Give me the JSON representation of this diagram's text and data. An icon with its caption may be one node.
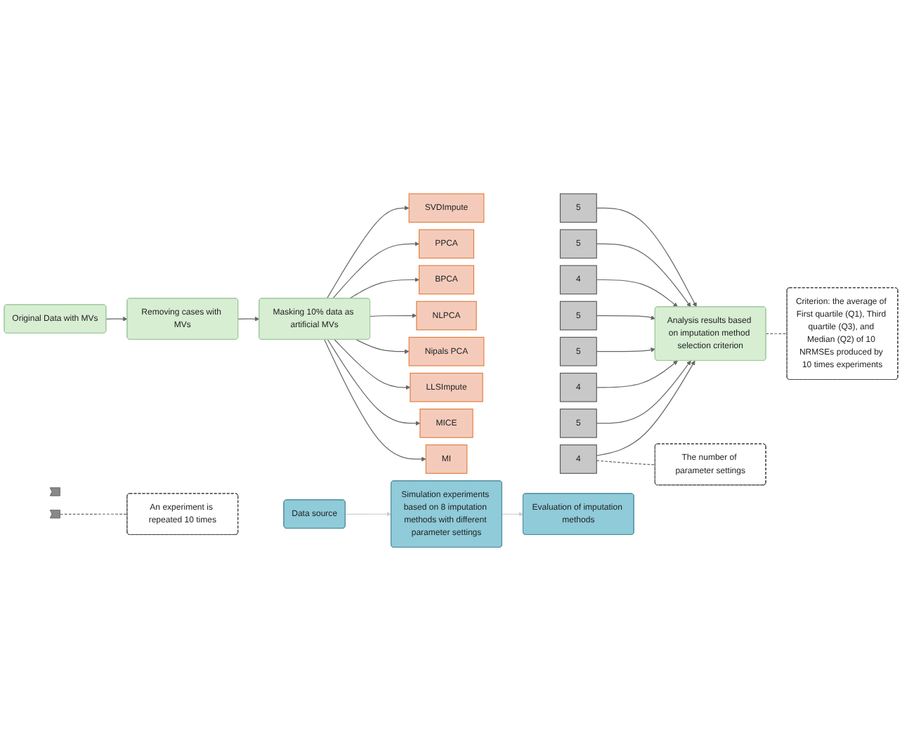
{
  "diagram": {
    "nodes": [
      {
        "text": [
          "Data source"
        ]
      },
      {
        "text": [
          "Simulation experiments based on 8 imputation methods with different parameter settings"
        ]
      },
      {
        "text": [
          "Evaluation of imputation methods"
        ]
      },
      {
        "text": [
          "Original Data with MVs"
        ]
      },
      {
        "text": [
          "Removing cases with MVs"
        ]
      },
      {
        "text": [
          "Masking 10% data as artificial MVs"
        ]
      },
      {
        "text": [
          "SVDImpute"
        ]
      },
      {
        "text": [
          "5"
        ]
      },
      {
        "text": [
          "PPCA"
        ]
      },
      {
        "text": [
          "5"
        ]
      },
      {
        "text": [
          "BPCA"
        ]
      },
      {
        "text": [
          "4"
        ]
      },
      {
        "text": [
          "NLPCA"
        ]
      },
      {
        "text": [
          "5"
        ]
      },
      {
        "text": [
          "Nipals PCA"
        ]
      },
      {
        "text": [
          "5"
        ]
      },
      {
        "text": [
          "LLSImpute"
        ]
      },
      {
        "text": [
          "4"
        ]
      },
      {
        "text": [
          "MICE"
        ]
      },
      {
        "text": [
          "5"
        ]
      },
      {
        "text": [
          "MI"
        ]
      },
      {
        "text": [
          "4"
        ]
      },
      {
        "text": [
          "Analysis results based on imputation method selection criterion"
        ]
      },
      {
        "text": [
          "Criterion: the average of First quartile (Q1), Third quartile (Q3), and Median (Q2) of 10 NRMSEs produced by 10 times experiments"
        ]
      },
      {
        "text": [
          "An experiment is repeated 10 times"
        ]
      },
      {
        "text": [
          "The number of parameter settings"
        ]
      },
      {
        "text": [],
        "shape": "arrow"
      },
      {
        "text": [],
        "shape": "arrow"
      }
    ],
    "edges": [
      {
        "from": 0,
        "to": 1,
        "arrow": "to",
        "color": "#c8d0d0"
      },
      {
        "from": 1,
        "to": 2,
        "arrow": "to",
        "color": "#c8d0d0"
      },
      {
        "from": 3,
        "to": 4,
        "arrow": "to"
      },
      {
        "from": 4,
        "to": 5,
        "arrow": "to"
      },
      {
        "from": 5,
        "to": 6,
        "arrow": "to"
      },
      {
        "from": 5,
        "to": 8,
        "arrow": "to"
      },
      {
        "from": 5,
        "to": 10,
        "arrow": "to"
      },
      {
        "from": 5,
        "to": 12,
        "arrow": "to"
      },
      {
        "from": 5,
        "to": 14,
        "arrow": "to"
      },
      {
        "from": 5,
        "to": 16,
        "arrow": "to"
      },
      {
        "from": 5,
        "to": 18,
        "arrow": "to"
      },
      {
        "from": 5,
        "to": 20,
        "arrow": "to"
      },
      {
        "from": 7,
        "to": 22,
        "arrow": "to"
      },
      {
        "from": 9,
        "to": 22,
        "arrow": "to"
      },
      {
        "from": 11,
        "to": 22,
        "arrow": "to"
      },
      {
        "from": 13,
        "to": 22,
        "arrow": "to"
      },
      {
        "from": 15,
        "to": 22,
        "arrow": "to"
      },
      {
        "from": 17,
        "to": 22,
        "arrow": "to"
      },
      {
        "from": 19,
        "to": 22,
        "arrow": "to"
      },
      {
        "from": 21,
        "to": 22,
        "arrow": "to"
      },
      {
        "from": 23,
        "to": 22,
        "arrow": "none",
        "style": "dashed"
      },
      {
        "from": 24,
        "to": 27,
        "arrow": "none",
        "style": "dashed"
      },
      {
        "from": 25,
        "to": 21,
        "arrow": "none",
        "style": "dashed"
      }
    ]
  }
}
